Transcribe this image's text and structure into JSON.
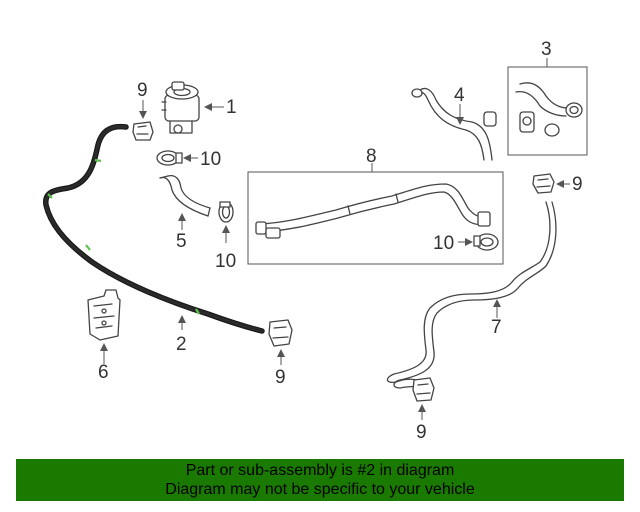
{
  "callouts": {
    "c1": "1",
    "c2": "2",
    "c3": "3",
    "c4": "4",
    "c5": "5",
    "c6": "6",
    "c7": "7",
    "c8": "8",
    "c9a": "9",
    "c9b": "9",
    "c9c": "9",
    "c9d": "9",
    "c10a": "10",
    "c10b": "10",
    "c10c": "10"
  },
  "banner": {
    "line1": "Part or sub-assembly is #2 in diagram",
    "line2": "Diagram may not be specific to your vehicle"
  },
  "colors": {
    "banner_bg": "#1a7a00",
    "highlight_hose": "#1a1a1a",
    "highlight_marks": "#5cc24a"
  }
}
